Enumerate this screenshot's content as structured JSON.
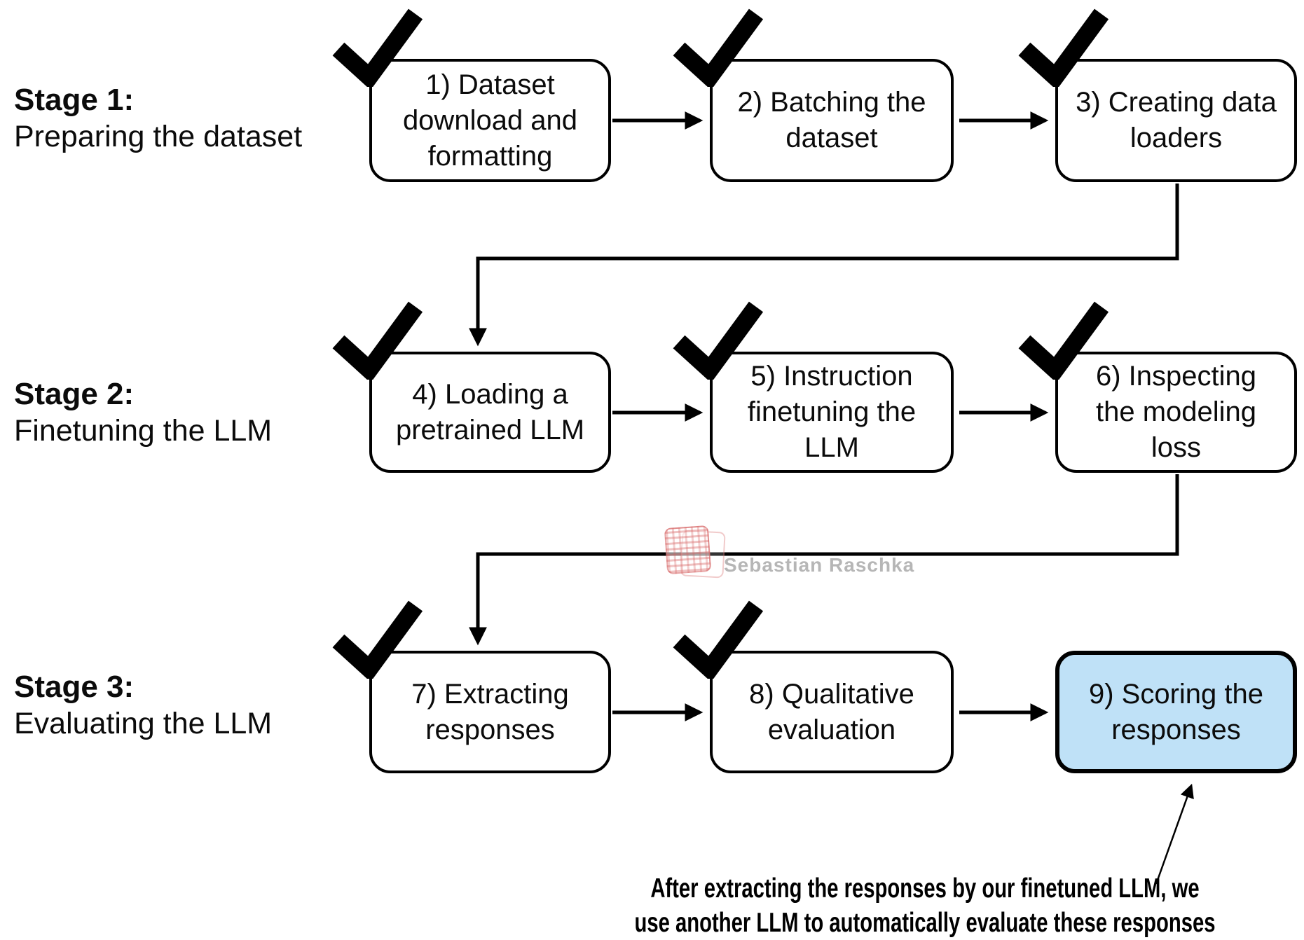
{
  "diagram": {
    "stages": [
      {
        "title": "Stage 1:",
        "subtitle": "Preparing the dataset"
      },
      {
        "title": "Stage 2:",
        "subtitle": "Finetuning the LLM"
      },
      {
        "title": "Stage 3:",
        "subtitle": "Evaluating the LLM"
      }
    ],
    "boxes": [
      {
        "label": "1) Dataset download and formatting",
        "checked": true,
        "highlighted": false
      },
      {
        "label": "2) Batching the dataset",
        "checked": true,
        "highlighted": false
      },
      {
        "label": "3) Creating data loaders",
        "checked": true,
        "highlighted": false
      },
      {
        "label": "4) Loading a pretrained LLM",
        "checked": true,
        "highlighted": false
      },
      {
        "label": "5) Instruction finetuning the LLM",
        "checked": true,
        "highlighted": false
      },
      {
        "label": "6) Inspecting the modeling loss",
        "checked": true,
        "highlighted": false
      },
      {
        "label": "7) Extracting responses",
        "checked": true,
        "highlighted": false
      },
      {
        "label": "8) Qualitative evaluation",
        "checked": true,
        "highlighted": false
      },
      {
        "label": "9) Scoring the responses",
        "checked": false,
        "highlighted": true
      }
    ],
    "annotation": {
      "line1": "After extracting the responses by our finetuned LLM, we",
      "line2": "use another LLM to automatically evaluate these responses"
    },
    "watermark": {
      "text": "Sebastian Raschka"
    },
    "colors": {
      "highlight_fill": "#BFE1F7",
      "line": "#000000",
      "watermark_text": "#B6B6B6",
      "stamp_red": "#D66060"
    }
  }
}
